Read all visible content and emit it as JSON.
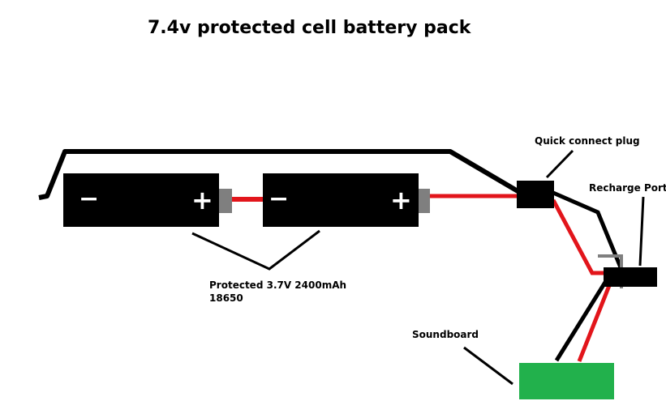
{
  "title": "7.4v protected cell battery pack",
  "labels": {
    "quick_connect": "Quick connect plug",
    "recharge_port": "Recharge Port",
    "cells_line1": "Protected 3.7V 2400mAh",
    "cells_line2": "18650",
    "soundboard": "Soundboard"
  },
  "cells": [
    {
      "negative": "−",
      "positive": "+"
    },
    {
      "negative": "−",
      "positive": "+"
    }
  ],
  "colors": {
    "wire_positive": "#e2151b",
    "wire_negative": "#000000",
    "cell": "#000000",
    "terminal": "#7f7f7f",
    "soundboard": "#22b14c"
  }
}
